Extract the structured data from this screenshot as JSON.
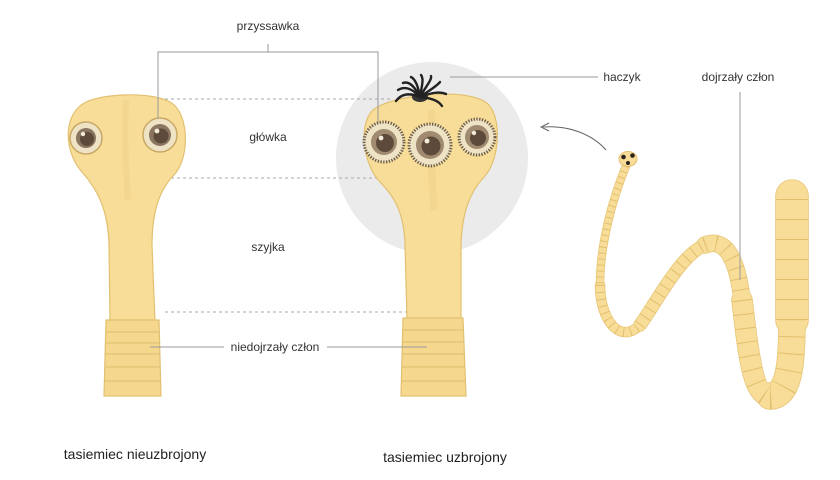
{
  "labels": {
    "sucker": "przyssawka",
    "head": "główka",
    "neck": "szyjka",
    "immature_segment": "niedojrzały człon",
    "hook": "haczyk",
    "mature_segment": "dojrzały człon"
  },
  "captions": {
    "unarmed": "tasiemiec nieuzbrojony",
    "armed": "tasiemiec uzbrojony"
  },
  "colors": {
    "body": "#f7dd98",
    "segments": "#f5d88e",
    "magnifier": "#ebebeb",
    "sucker_rim": "#efe3c6",
    "sucker_center": "#5e4a3a",
    "hooks": "#222222"
  },
  "icons": {
    "hooks": "hook-cluster-icon",
    "arrow": "curved-arrow-icon"
  }
}
